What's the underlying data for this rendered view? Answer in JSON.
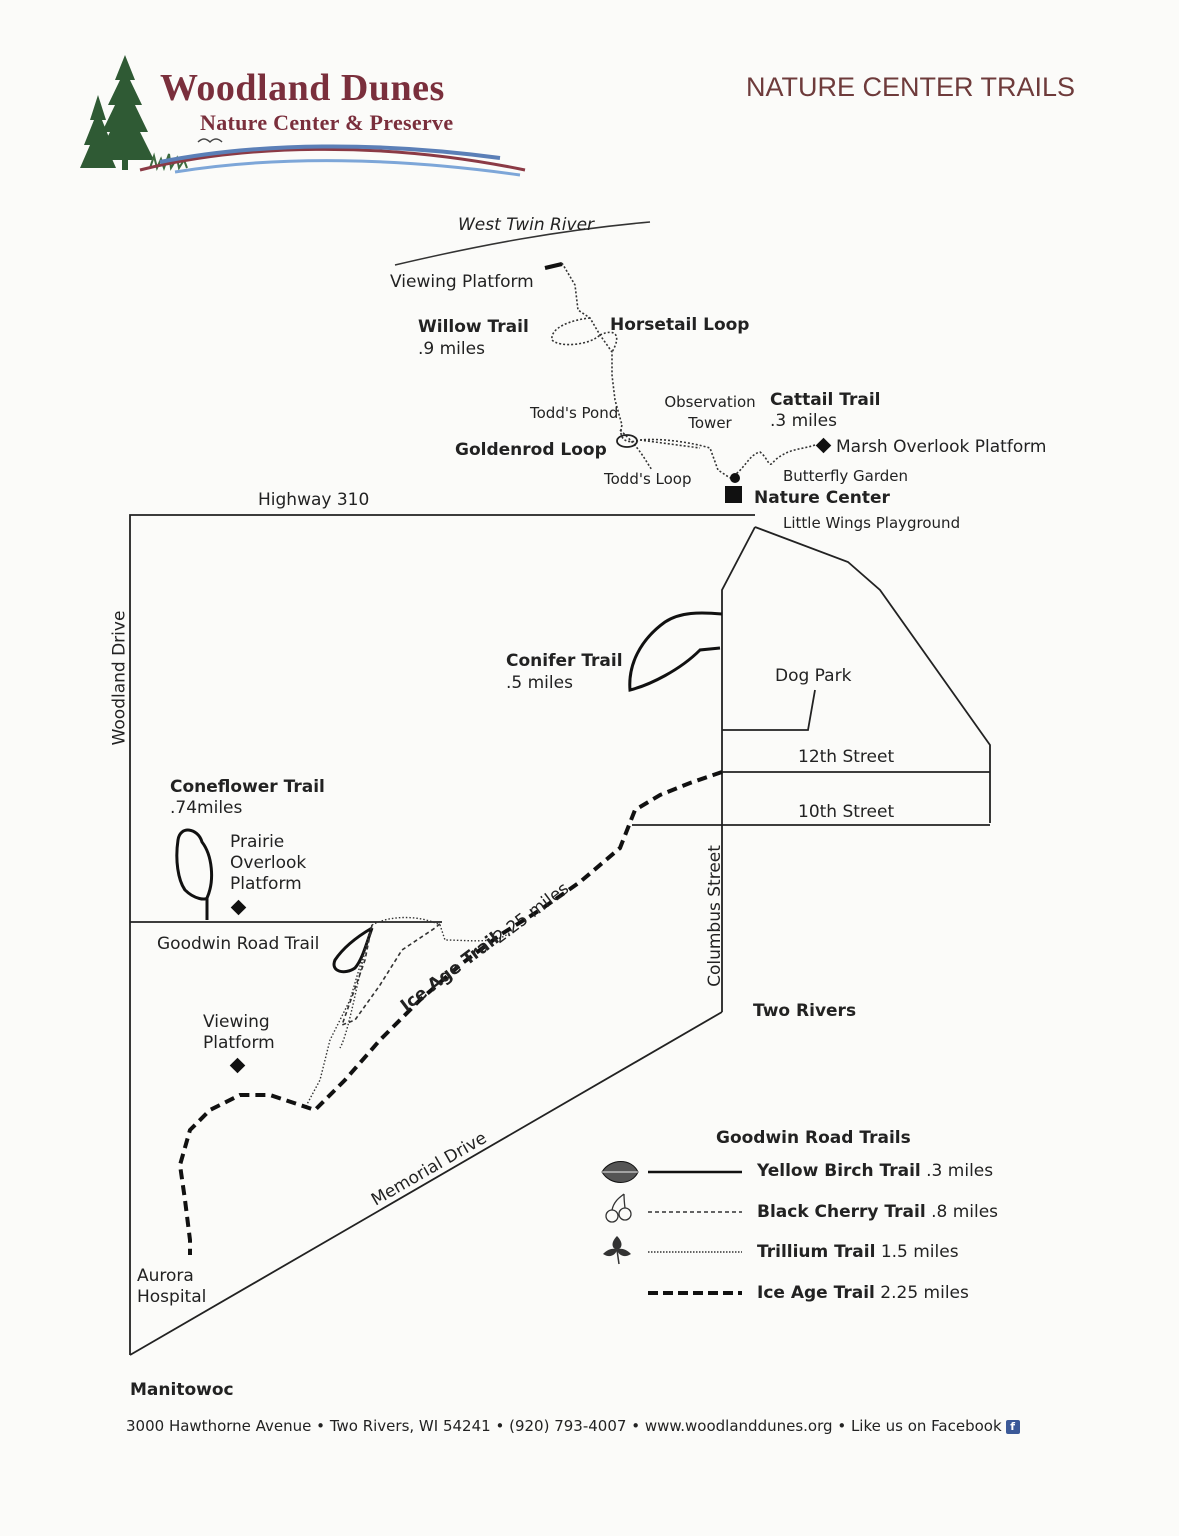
{
  "logo": {
    "title": "Woodland Dunes",
    "subtitle": "Nature Center & Preserve"
  },
  "page_title": "NATURE CENTER TRAILS",
  "map": {
    "rivers": {
      "west_twin": "West Twin River"
    },
    "north_area": {
      "viewing_platform": "Viewing Platform",
      "willow_trail": {
        "name": "Willow Trail",
        "length": ".9 miles"
      },
      "horsetail_loop": "Horsetail Loop",
      "todds_pond": "Todd's Pond",
      "observation_tower": "Observation Tower",
      "cattail_trail": {
        "name": "Cattail Trail",
        "length": ".3 miles"
      },
      "marsh_overlook": "Marsh Overlook Platform",
      "goldenrod_loop": "Goldenrod Loop",
      "todds_loop": "Todd's Loop",
      "butterfly_garden": "Butterfly Garden",
      "nature_center": "Nature Center",
      "playground": "Little Wings Playground"
    },
    "roads": {
      "highway_310": "Highway 310",
      "woodland_drive": "Woodland Drive",
      "twelfth_street": "12th Street",
      "tenth_street": "10th Street",
      "columbus_street": "Columbus Street",
      "memorial_drive": "Memorial Drive"
    },
    "south_area": {
      "conifer_trail": {
        "name": "Conifer Trail",
        "length": ".5 miles"
      },
      "dog_park": "Dog Park",
      "coneflower_trail": {
        "name": "Coneflower Trail",
        "length": ".74miles"
      },
      "prairie_overlook": "Prairie Overlook Platform",
      "goodwin_road_trail": "Goodwin Road Trail",
      "ice_age_trail": {
        "name": "Ice Age Trail",
        "length": "2.25 miles"
      },
      "viewing_platform": "Viewing Platform",
      "aurora_hospital": "Aurora Hospital",
      "two_rivers": "Two Rivers",
      "manitowoc": "Manitowoc"
    }
  },
  "legend": {
    "title": "Goodwin Road Trails",
    "items": [
      {
        "icon": "leaf-icon",
        "style": "solid",
        "name": "Yellow Birch Trail",
        "length": ".3 miles"
      },
      {
        "icon": "cherry-icon",
        "style": "dotted",
        "name": "Black Cherry Trail",
        "length": ".8 miles"
      },
      {
        "icon": "trillium-icon",
        "style": "fine-dotted",
        "name": "Trillium Trail",
        "length": "1.5 miles"
      },
      {
        "icon": "none",
        "style": "dashed",
        "name": "Ice Age Trail",
        "length": "2.25 miles"
      }
    ]
  },
  "footer": {
    "address": "3000 Hawthorne Avenue",
    "city": "Two Rivers, WI 54241",
    "phone": "(920) 793-4007",
    "website": "www.woodlanddunes.org",
    "facebook": "Like us on Facebook",
    "separator": "•"
  },
  "colors": {
    "logo": "#7a2f3c",
    "title": "#6e3b3b",
    "lines": "#1e1e1e",
    "tree": "#2f5a34",
    "water_blue": "#5b7fb7",
    "facebook": "#3b5998"
  }
}
